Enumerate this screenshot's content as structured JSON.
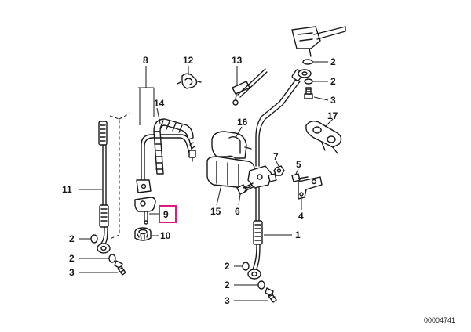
{
  "diagram": {
    "document_number": "00004741",
    "highlight_color": "#e0197d",
    "highlighted_part": "9",
    "callouts": [
      "1",
      "2",
      "3",
      "4",
      "5",
      "6",
      "7",
      "8",
      "9",
      "10",
      "11",
      "12",
      "13",
      "14",
      "15",
      "16",
      "17"
    ]
  }
}
